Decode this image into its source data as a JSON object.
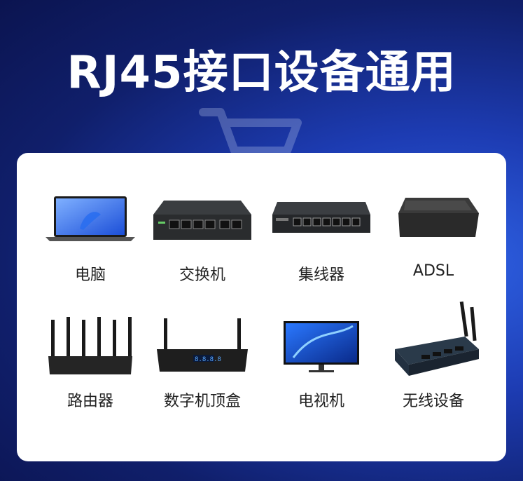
{
  "title": "RJ45接口设备通用",
  "devices": [
    {
      "label": "电脑",
      "icon": "laptop-icon"
    },
    {
      "label": "交换机",
      "icon": "switch-icon"
    },
    {
      "label": "集线器",
      "icon": "hub-icon"
    },
    {
      "label": "ADSL",
      "icon": "adsl-modem-icon"
    },
    {
      "label": "路由器",
      "icon": "router-icon"
    },
    {
      "label": "数字机顶盒",
      "icon": "set-top-box-icon"
    },
    {
      "label": "电视机",
      "icon": "tv-icon"
    },
    {
      "label": "无线设备",
      "icon": "wireless-device-icon"
    }
  ],
  "colors": {
    "background": "#1d3cb3",
    "card": "#ffffff",
    "title": "#ffffff"
  }
}
